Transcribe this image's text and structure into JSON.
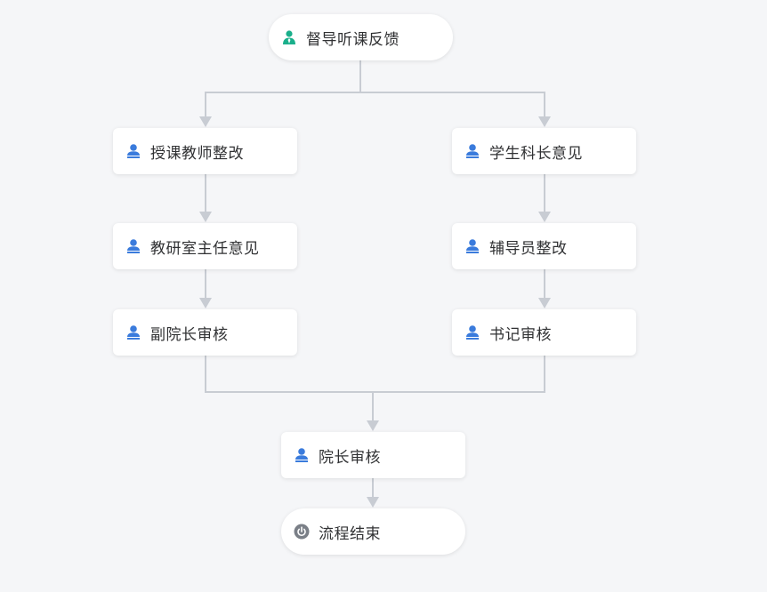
{
  "colors": {
    "connector": "#c8ccd3",
    "user_icon": "#3a7bdc",
    "start_icon": "#1aaf8b",
    "end_icon": "#7a7f87"
  },
  "nodes": {
    "start": {
      "label": "督导听课反馈",
      "icon": "user-tie-icon"
    },
    "teacher_rectify": {
      "label": "授课教师整改",
      "icon": "user-icon"
    },
    "section_chief_opinion": {
      "label": "学生科长意见",
      "icon": "user-icon"
    },
    "research_director_opinion": {
      "label": "教研室主任意见",
      "icon": "user-icon"
    },
    "counselor_rectify": {
      "label": "辅导员整改",
      "icon": "user-icon"
    },
    "vice_dean_review": {
      "label": "副院长审核",
      "icon": "user-icon"
    },
    "secretary_review": {
      "label": "书记审核",
      "icon": "user-icon"
    },
    "dean_review": {
      "label": "院长审核",
      "icon": "user-icon"
    },
    "end": {
      "label": "流程结束",
      "icon": "power-icon"
    }
  }
}
